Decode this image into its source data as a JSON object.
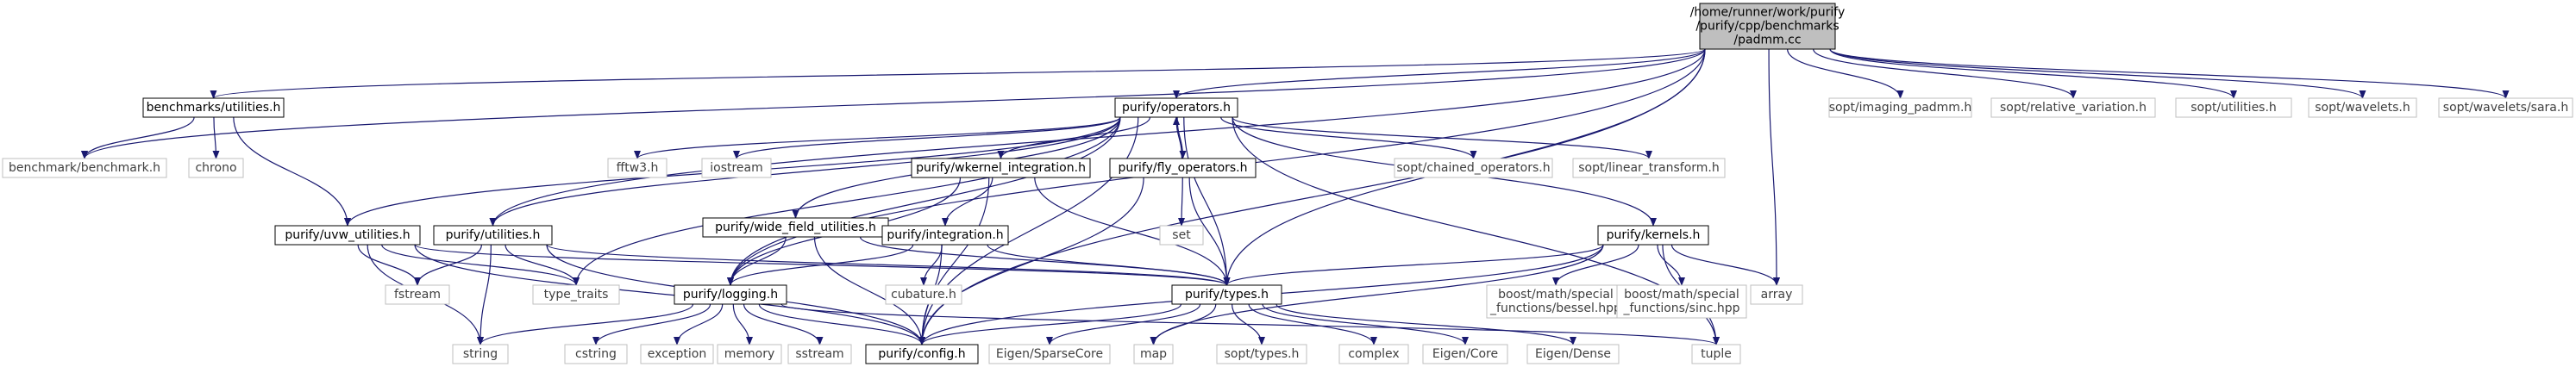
{
  "colors": {
    "edge": "#191970",
    "root_fill": "#bfbfbf",
    "node_fill": "#ffffff",
    "node_stroke": "#000000",
    "external_stroke": "#bfbfbf",
    "external_text": "#404040",
    "text": "#000000"
  },
  "nodes": [
    {
      "id": "root",
      "kind": "root",
      "lines": [
        "/home/runner/work/purify",
        "/purify/cpp/benchmarks",
        "/padmm.cc"
      ]
    },
    {
      "id": "bench_utilities",
      "kind": "file",
      "lines": [
        "benchmarks/utilities.h"
      ]
    },
    {
      "id": "benchmark",
      "kind": "external",
      "lines": [
        "benchmark/benchmark.h"
      ]
    },
    {
      "id": "chrono",
      "kind": "external",
      "lines": [
        "chrono"
      ]
    },
    {
      "id": "operators",
      "kind": "file",
      "lines": [
        "purify/operators.h"
      ]
    },
    {
      "id": "fftw3",
      "kind": "external",
      "lines": [
        "fftw3.h"
      ]
    },
    {
      "id": "iostream",
      "kind": "external",
      "lines": [
        "iostream"
      ]
    },
    {
      "id": "wkernel",
      "kind": "file",
      "lines": [
        "purify/wkernel_integration.h"
      ]
    },
    {
      "id": "fly_operators",
      "kind": "file",
      "lines": [
        "purify/fly_operators.h"
      ]
    },
    {
      "id": "chained",
      "kind": "external",
      "lines": [
        "sopt/chained_operators.h"
      ]
    },
    {
      "id": "linear_transform",
      "kind": "external",
      "lines": [
        "sopt/linear_transform.h"
      ]
    },
    {
      "id": "imaging_padmm",
      "kind": "external",
      "lines": [
        "sopt/imaging_padmm.h"
      ]
    },
    {
      "id": "relative_variation",
      "kind": "external",
      "lines": [
        "sopt/relative_variation.h"
      ]
    },
    {
      "id": "sopt_utilities",
      "kind": "external",
      "lines": [
        "sopt/utilities.h"
      ]
    },
    {
      "id": "wavelets",
      "kind": "external",
      "lines": [
        "sopt/wavelets.h"
      ]
    },
    {
      "id": "wavelets_sara",
      "kind": "external",
      "lines": [
        "sopt/wavelets/sara.h"
      ]
    },
    {
      "id": "uvw_utilities",
      "kind": "file",
      "lines": [
        "purify/uvw_utilities.h"
      ]
    },
    {
      "id": "purify_utilities",
      "kind": "file",
      "lines": [
        "purify/utilities.h"
      ]
    },
    {
      "id": "wide_field",
      "kind": "file",
      "lines": [
        "purify/wide_field_utilities.h"
      ]
    },
    {
      "id": "integration",
      "kind": "file",
      "lines": [
        "purify/integration.h"
      ]
    },
    {
      "id": "set",
      "kind": "external",
      "lines": [
        "set"
      ]
    },
    {
      "id": "kernels",
      "kind": "file",
      "lines": [
        "purify/kernels.h"
      ]
    },
    {
      "id": "fstream",
      "kind": "external",
      "lines": [
        "fstream"
      ]
    },
    {
      "id": "type_traits",
      "kind": "external",
      "lines": [
        "type_traits"
      ]
    },
    {
      "id": "cubature",
      "kind": "external",
      "lines": [
        "cubature.h"
      ]
    },
    {
      "id": "types",
      "kind": "file",
      "lines": [
        "purify/types.h"
      ]
    },
    {
      "id": "logging",
      "kind": "file",
      "lines": [
        "purify/logging.h"
      ]
    },
    {
      "id": "bessel",
      "kind": "external",
      "lines": [
        "boost/math/special",
        "_functions/bessel.hpp"
      ]
    },
    {
      "id": "sinc",
      "kind": "external",
      "lines": [
        "boost/math/special",
        "_functions/sinc.hpp"
      ]
    },
    {
      "id": "array",
      "kind": "external",
      "lines": [
        "array"
      ]
    },
    {
      "id": "string",
      "kind": "external",
      "lines": [
        "string"
      ]
    },
    {
      "id": "cstring",
      "kind": "external",
      "lines": [
        "cstring"
      ]
    },
    {
      "id": "exception",
      "kind": "external",
      "lines": [
        "exception"
      ]
    },
    {
      "id": "memory",
      "kind": "external",
      "lines": [
        "memory"
      ]
    },
    {
      "id": "sstream",
      "kind": "external",
      "lines": [
        "sstream"
      ]
    },
    {
      "id": "config",
      "kind": "file",
      "lines": [
        "purify/config.h"
      ]
    },
    {
      "id": "sparsecore",
      "kind": "external",
      "lines": [
        "Eigen/SparseCore"
      ]
    },
    {
      "id": "map",
      "kind": "external",
      "lines": [
        "map"
      ]
    },
    {
      "id": "sopt_types",
      "kind": "external",
      "lines": [
        "sopt/types.h"
      ]
    },
    {
      "id": "complex",
      "kind": "external",
      "lines": [
        "complex"
      ]
    },
    {
      "id": "eigen_core",
      "kind": "external",
      "lines": [
        "Eigen/Core"
      ]
    },
    {
      "id": "eigen_dense",
      "kind": "external",
      "lines": [
        "Eigen/Dense"
      ]
    },
    {
      "id": "tuple",
      "kind": "external",
      "lines": [
        "tuple"
      ]
    }
  ],
  "edges": [
    [
      "root",
      "bench_utilities"
    ],
    [
      "root",
      "benchmark"
    ],
    [
      "root",
      "operators"
    ],
    [
      "root",
      "imaging_padmm"
    ],
    [
      "root",
      "relative_variation"
    ],
    [
      "root",
      "sopt_utilities"
    ],
    [
      "root",
      "wavelets"
    ],
    [
      "root",
      "wavelets_sara"
    ],
    [
      "root",
      "purify_utilities"
    ],
    [
      "root",
      "logging"
    ],
    [
      "root",
      "types"
    ],
    [
      "root",
      "config"
    ],
    [
      "root",
      "array"
    ],
    [
      "bench_utilities",
      "benchmark"
    ],
    [
      "bench_utilities",
      "chrono"
    ],
    [
      "bench_utilities",
      "uvw_utilities"
    ],
    [
      "operators",
      "fftw3"
    ],
    [
      "operators",
      "iostream"
    ],
    [
      "operators",
      "wkernel"
    ],
    [
      "operators",
      "fly_operators"
    ],
    [
      "operators",
      "chained"
    ],
    [
      "operators",
      "linear_transform"
    ],
    [
      "operators",
      "kernels"
    ],
    [
      "operators",
      "uvw_utilities"
    ],
    [
      "operators",
      "purify_utilities"
    ],
    [
      "operators",
      "wide_field"
    ],
    [
      "operators",
      "types"
    ],
    [
      "operators",
      "logging"
    ],
    [
      "operators",
      "config"
    ],
    [
      "operators",
      "tuple"
    ],
    [
      "operators",
      "type_traits"
    ],
    [
      "fly_operators",
      "operators"
    ],
    [
      "fly_operators",
      "set"
    ],
    [
      "fly_operators",
      "types"
    ],
    [
      "fly_operators",
      "config"
    ],
    [
      "wkernel",
      "integration"
    ],
    [
      "wkernel",
      "types"
    ],
    [
      "wkernel",
      "logging"
    ],
    [
      "wkernel",
      "config"
    ],
    [
      "integration",
      "cubature"
    ],
    [
      "integration",
      "types"
    ],
    [
      "integration",
      "logging"
    ],
    [
      "integration",
      "config"
    ],
    [
      "wide_field",
      "types"
    ],
    [
      "wide_field",
      "logging"
    ],
    [
      "wide_field",
      "config"
    ],
    [
      "uvw_utilities",
      "fstream"
    ],
    [
      "uvw_utilities",
      "type_traits"
    ],
    [
      "uvw_utilities",
      "types"
    ],
    [
      "uvw_utilities",
      "config"
    ],
    [
      "uvw_utilities",
      "string"
    ],
    [
      "purify_utilities",
      "fstream"
    ],
    [
      "purify_utilities",
      "type_traits"
    ],
    [
      "purify_utilities",
      "types"
    ],
    [
      "purify_utilities",
      "string"
    ],
    [
      "purify_utilities",
      "config"
    ],
    [
      "kernels",
      "types"
    ],
    [
      "kernels",
      "bessel"
    ],
    [
      "kernels",
      "sinc"
    ],
    [
      "kernels",
      "array"
    ],
    [
      "kernels",
      "tuple"
    ],
    [
      "kernels",
      "map"
    ],
    [
      "kernels",
      "config"
    ],
    [
      "types",
      "config"
    ],
    [
      "types",
      "sparsecore"
    ],
    [
      "types",
      "sopt_types"
    ],
    [
      "types",
      "complex"
    ],
    [
      "types",
      "eigen_core"
    ],
    [
      "types",
      "eigen_dense"
    ],
    [
      "types",
      "map"
    ],
    [
      "logging",
      "string"
    ],
    [
      "logging",
      "cstring"
    ],
    [
      "logging",
      "exception"
    ],
    [
      "logging",
      "memory"
    ],
    [
      "logging",
      "sstream"
    ],
    [
      "logging",
      "config"
    ],
    [
      "logging",
      "tuple"
    ]
  ]
}
